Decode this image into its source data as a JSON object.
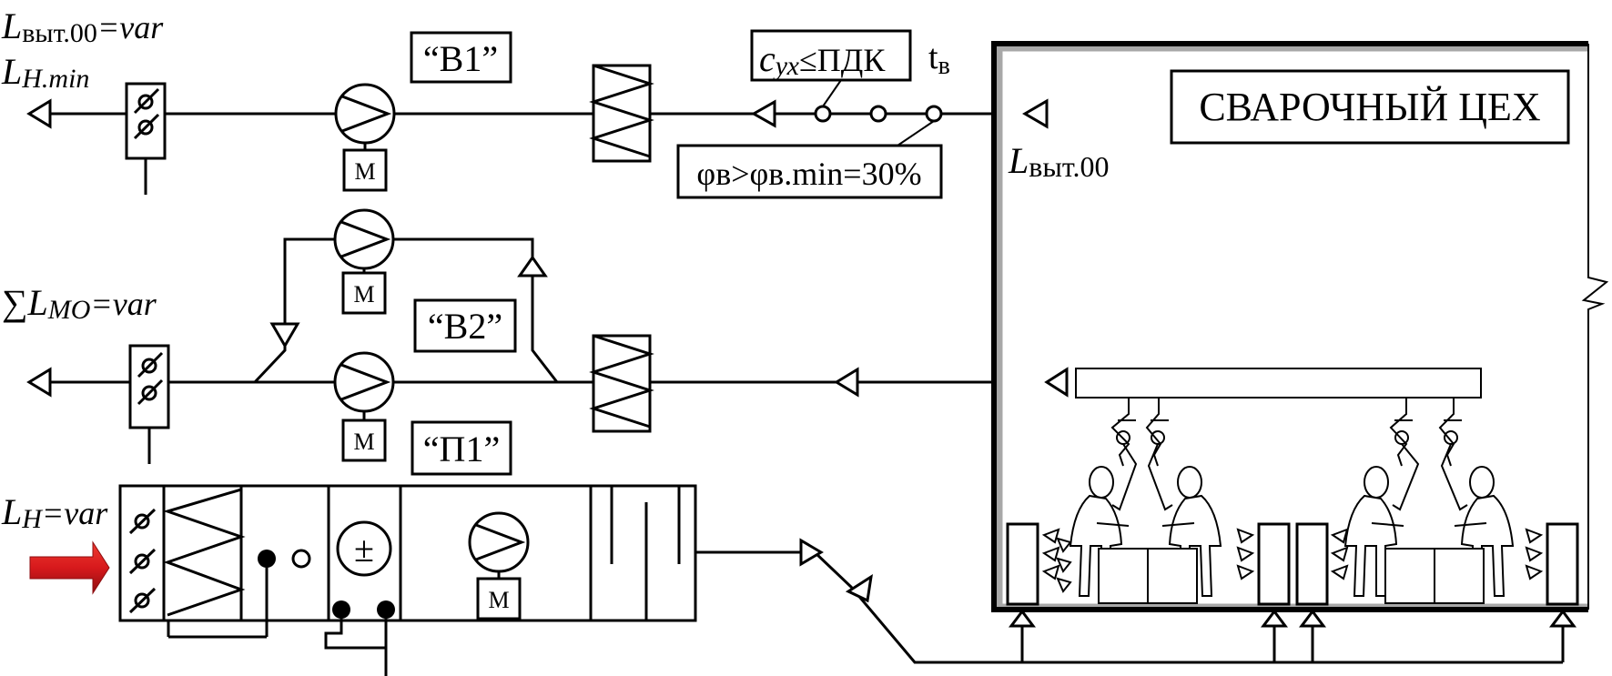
{
  "title": "СВАРОЧНЫЙ ЦЕХ",
  "units": {
    "b1": "“В1”",
    "b2": "“В2”",
    "p1": "“П1”"
  },
  "motor_label": "М",
  "labels": {
    "l_vyt_var": {
      "main": "L",
      "sub": "выт.00",
      "rest": "=var"
    },
    "l_h_min": {
      "main": "L",
      "sub": "H.min"
    },
    "sum_l_mo": {
      "main": "∑L",
      "sub": "МО",
      "rest": "=var"
    },
    "l_h_var": {
      "main": "L",
      "sub": "H",
      "rest": "=var"
    },
    "l_vyt_00": {
      "main": "L",
      "sub": "выт.00"
    },
    "t_v": {
      "main": "t",
      "sub": "в"
    }
  },
  "sensors": {
    "c_yx": {
      "main": "c",
      "sub": "ух",
      "rest": "≤ПДК"
    },
    "phi": {
      "text": "φв>φв.min=30%"
    }
  },
  "heater_symbol": "±",
  "colors": {
    "line": "#000000",
    "inflow_arrow": "#d7191c",
    "wall": "#a8a8a8"
  }
}
